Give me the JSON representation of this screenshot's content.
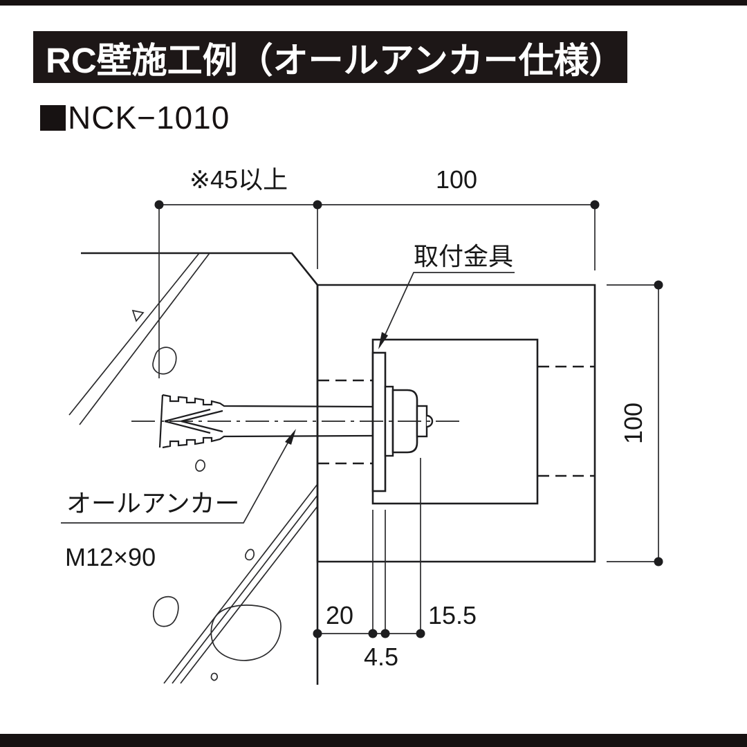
{
  "header": {
    "title": "RC壁施工例（オールアンカー仕様）"
  },
  "model": {
    "label": "NCK−1010"
  },
  "diagram": {
    "dimensions": {
      "top_left": "※45以上",
      "top_right": "100",
      "right_side": "100",
      "bottom_20": "20",
      "bottom_4_5": "4.5",
      "bottom_15_5": "15.5"
    },
    "labels": {
      "bracket": "取付金具",
      "anchor_name": "オールアンカー",
      "anchor_size": "M12×90"
    }
  },
  "colors": {
    "line": "#1d1d1f",
    "bar_background": "#1d1717",
    "bar_text": "#ffffff",
    "background": "#ffffff"
  }
}
